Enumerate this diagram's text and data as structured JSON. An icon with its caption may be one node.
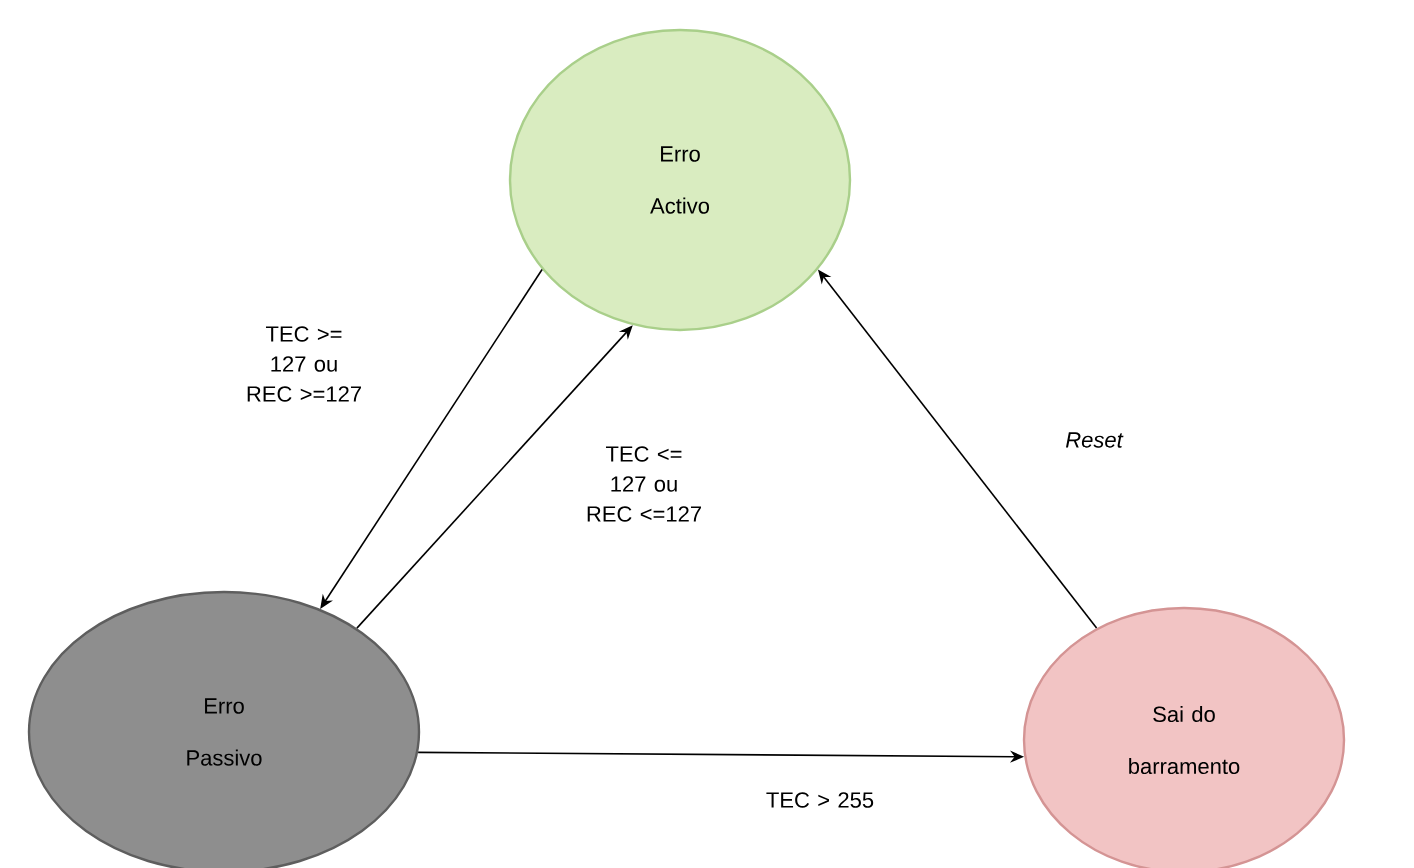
{
  "diagram": {
    "nodes": [
      {
        "text": [
          "Erro Activo"
        ]
      },
      {
        "text": [
          "Erro Passivo"
        ]
      },
      {
        "text": [
          "Sai do barramento"
        ]
      }
    ],
    "edges": [
      {
        "from": 0,
        "to": 1,
        "arrow": "to",
        "label": "TEC >= 127 ou REC >=127"
      },
      {
        "from": 1,
        "to": 0,
        "arrow": "to",
        "label": "TEC <= 127 ou REC <=127"
      },
      {
        "from": 1,
        "to": 2,
        "arrow": "to",
        "label": "TEC > 255"
      },
      {
        "from": 2,
        "to": 0,
        "arrow": "to",
        "label": "Reset"
      }
    ]
  }
}
